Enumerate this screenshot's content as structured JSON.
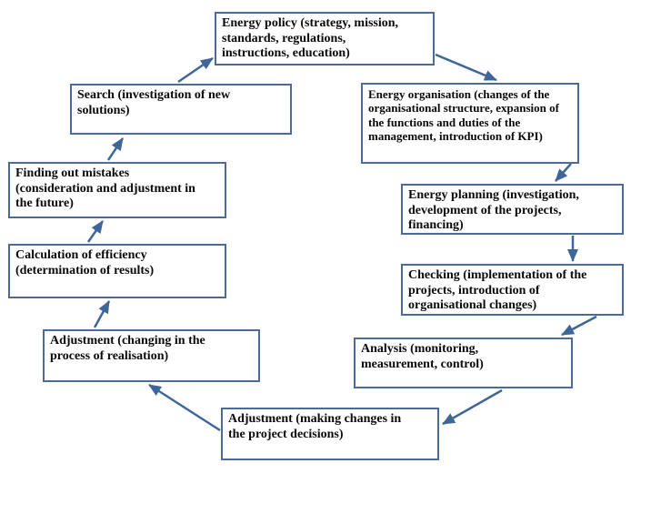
{
  "diagram": {
    "nodes": {
      "energy_policy": {
        "label": "Energy policy (strategy, mission,\nstandards, regulations,\ninstructions, education)"
      },
      "energy_organisation": {
        "label": "Energy organisation (changes of the\norganisational structure, expansion of\nthe functions and duties of the\nmanagement, introduction of KPI)"
      },
      "energy_planning": {
        "label": "Energy planning (investigation,\ndevelopment of the projects,\nfinancing)"
      },
      "checking": {
        "label": "Checking (implementation of the\nprojects, introduction of\norganisational changes)"
      },
      "analysis": {
        "label": "Analysis (monitoring,\nmeasurement, control)"
      },
      "adjustment_project": {
        "label": "Adjustment (making changes in\nthe project decisions)"
      },
      "adjustment_process": {
        "label": "Adjustment (changing in the\nprocess of realisation)"
      },
      "calculation": {
        "label": "Calculation of efficiency\n(determination of results)"
      },
      "finding_mistakes": {
        "label": "Finding out mistakes\n(consideration and adjustment in\nthe future)"
      },
      "search": {
        "label": "Search (investigation of new\nsolutions)"
      }
    },
    "flow_order": [
      "energy_policy",
      "energy_organisation",
      "energy_planning",
      "checking",
      "analysis",
      "adjustment_project",
      "adjustment_process",
      "calculation",
      "finding_mistakes",
      "search"
    ],
    "colors": {
      "arrow": "#3f6699",
      "box_border": "#4c6b99",
      "text": "#0a0a0a",
      "background": "#ffffff"
    }
  }
}
